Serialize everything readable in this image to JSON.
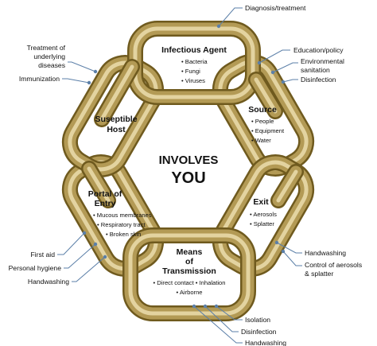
{
  "center": {
    "line1": "INVOLVES",
    "line2": "YOU"
  },
  "links": {
    "infectious_agent": {
      "title": "Infectious Agent",
      "items": [
        "• Bacteria",
        "• Fungi",
        "• Viruses"
      ]
    },
    "source": {
      "title": "Source",
      "items": [
        "• People",
        "• Equipment",
        "• Water"
      ]
    },
    "exit": {
      "title": "Exit",
      "items": [
        "• Aerosols",
        "• Splatter"
      ]
    },
    "means": {
      "title_lines": [
        "Means",
        "of",
        "Transmission"
      ],
      "items": [
        "• Direct contact • Inhalation",
        "• Airborne"
      ]
    },
    "portal": {
      "title_lines": [
        "Portal of",
        "Entry"
      ],
      "items": [
        "• Mucous membranes",
        "• Respiratory tract",
        "• Broken skin"
      ]
    },
    "host": {
      "title_lines": [
        "Suseptible",
        "Host"
      ]
    }
  },
  "callouts": {
    "top": "Diagnosis/treatment",
    "source_1": "Education/policy",
    "source_2_lines": [
      "Environmental",
      "sanitation"
    ],
    "source_3": "Disinfection",
    "exit_1": "Handwashing",
    "exit_2_lines": [
      "Control of aerosols",
      "& splatter"
    ],
    "means_1": "Isolation",
    "means_2": "Disinfection",
    "means_3": "Handwashing",
    "portal_1": "First aid",
    "portal_2": "Personal hygiene",
    "portal_3": "Handwashing",
    "host_1_lines": [
      "Treatment of",
      "underlying",
      "diseases"
    ],
    "host_2": "Immunization"
  },
  "colors": {
    "chain_dark": "#6f5a1e",
    "chain_mid": "#b39a55",
    "chain_light": "#e3d3a0",
    "chain_highlight": "#f4ead0",
    "callout_line": "#5b7fa8",
    "text": "#111111"
  }
}
